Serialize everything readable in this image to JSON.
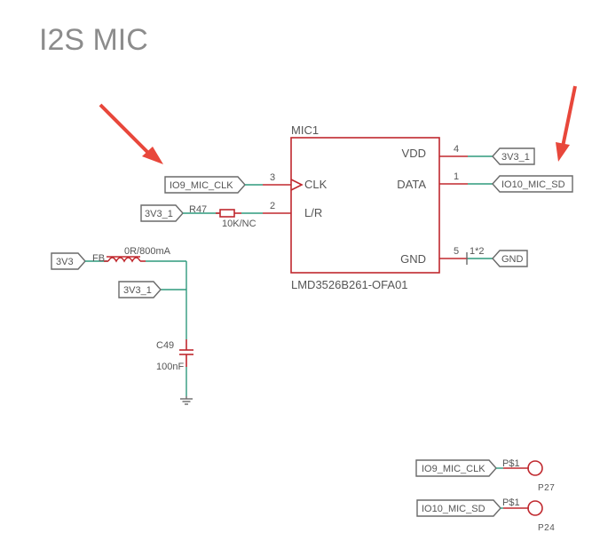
{
  "title": "I2S MIC",
  "mic": {
    "ref": "MIC1",
    "part": "LMD3526B261-OFA01",
    "pins": {
      "vdd_num": "4",
      "vdd_label": "VDD",
      "data_num": "1",
      "data_label": "DATA",
      "clk_num": "3",
      "clk_label": "CLK",
      "lr_num": "2",
      "lr_label": "L/R",
      "gnd_num": "5",
      "gnd_extra": "1*2",
      "gnd_label": "GND"
    }
  },
  "ports": {
    "io9_clk": "IO9_MIC_CLK",
    "v33_lr": "3V3_1",
    "v33_vdd": "3V3_1",
    "io10_sd": "IO10_MIC_SD",
    "gnd": "GND",
    "v33_in": "3V3",
    "v33_out": "3V3_1",
    "tp_clk": "IO9_MIC_CLK",
    "tp_sd": "IO10_MIC_SD"
  },
  "resistor": {
    "ref": "R47",
    "value": "10K/NC"
  },
  "ferrite": {
    "ref": "FB",
    "value": "0R/800mA"
  },
  "capacitor": {
    "ref": "C49",
    "value": "100nF"
  },
  "testpoints": [
    {
      "pad": "P$1",
      "ref": "P27"
    },
    {
      "pad": "P$1",
      "ref": "P24"
    }
  ],
  "colors": {
    "wire": "#2e9a7d",
    "part": "#c0282e",
    "arrow": "#e8473b",
    "text": "#555555"
  }
}
